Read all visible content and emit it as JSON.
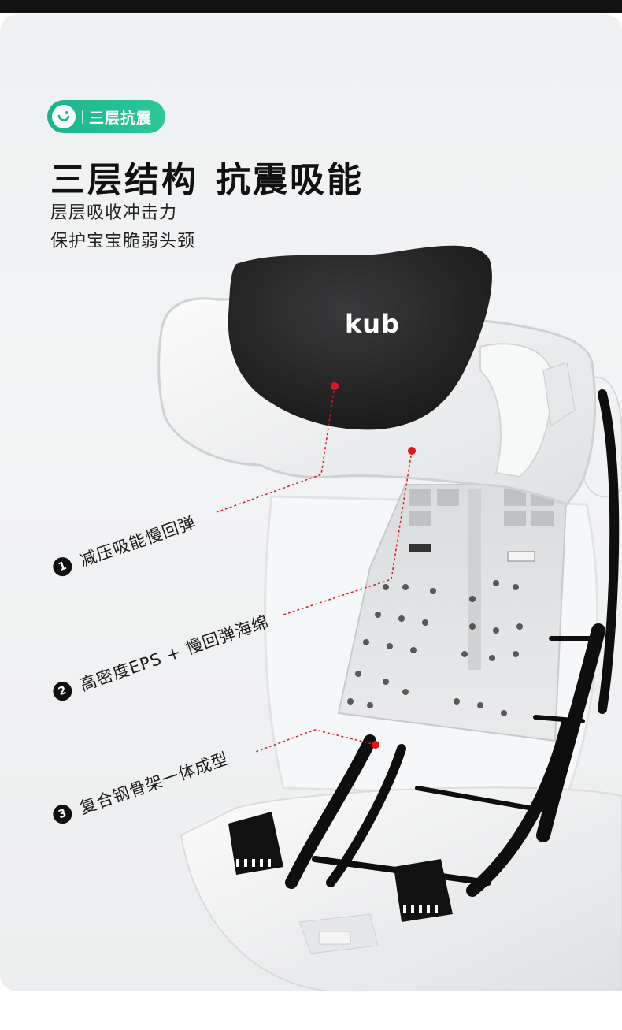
{
  "badge": {
    "label": "三层抗震",
    "icon": "smile-icon",
    "color": "#19b58c"
  },
  "headline": {
    "part1": "三层结构",
    "part2": "抗震吸能"
  },
  "subtitle": {
    "line1": "层层吸收冲击力",
    "line2": "保护宝宝脆弱头颈"
  },
  "product": {
    "brand": "kub"
  },
  "callouts": [
    {
      "num": "1",
      "text": "减压吸能慢回弹"
    },
    {
      "num": "2",
      "text": "高密度EPS + 慢回弹海绵"
    },
    {
      "num": "3",
      "text": "复合钢骨架一体成型"
    }
  ],
  "colors": {
    "accent": "#19b58c",
    "pointer": "#e0161e",
    "text": "#111111"
  }
}
